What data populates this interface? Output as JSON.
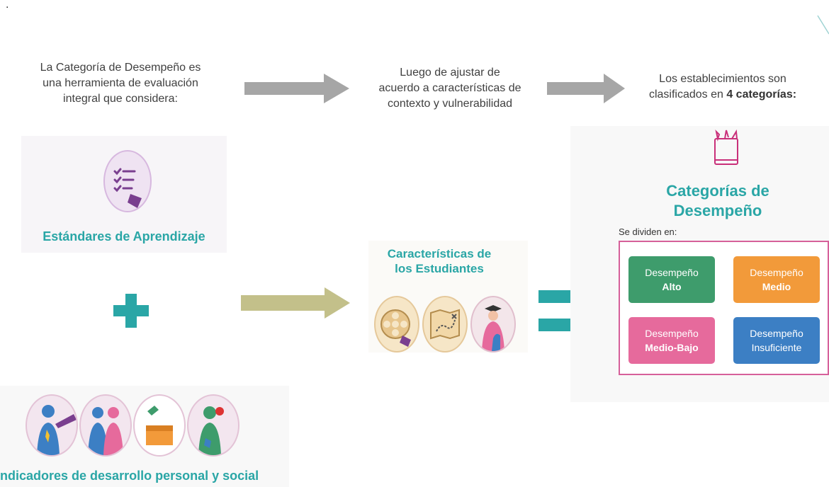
{
  "corner_dot": ".",
  "intro": {
    "left": [
      "La Categoría de Desempeño es",
      "una herramienta de evaluación",
      "integral que considera:"
    ],
    "middle": [
      "Luego de ajustar de",
      "acuerdo a características de",
      "contexto y vulnerabilidad"
    ],
    "right_line1": "Los establecimientos son",
    "right_line2_pre": "clasificados en ",
    "right_line2_bold": "4 categorías:"
  },
  "estandares": {
    "title": "Estándares de Aprendizaje",
    "icon": "checklist-icon"
  },
  "plus_symbol": "+",
  "caracteristicas": {
    "title_line1": "Características de",
    "title_line2": "los Estudiantes",
    "icons": [
      "film-reel-icon",
      "map-icon",
      "graduate-icon"
    ]
  },
  "equals_symbol": "=",
  "indicadores": {
    "title": "ndicadores de desarrollo personal y social",
    "icons": [
      "person-medal-icon",
      "two-people-icon",
      "box-icon",
      "person-apple-icon"
    ]
  },
  "categorias": {
    "title_line1": "Categorías de",
    "title_line2": "Desempeño",
    "subtitle": "Se dividen en:",
    "icon": "pencil-cup-icon",
    "boxes": [
      {
        "line1": "Desempeño",
        "line2": "Alto",
        "color": "#3e9c6c"
      },
      {
        "line1": "Desempeño",
        "line2": "Medio",
        "color": "#f29a3a"
      },
      {
        "line1": "Desempeño",
        "line2": "Medio-Bajo",
        "color": "#e66a9c"
      },
      {
        "line1": "Desempeño",
        "line2": "Insuficiente",
        "color": "#3c7fc4"
      }
    ]
  },
  "colors": {
    "teal": "#2aa6a6",
    "arrow_gray": "#a6a6a6",
    "arrow_olive": "#c3c08a",
    "frame_pink": "#d6609a",
    "purple": "#7a3f8f"
  }
}
